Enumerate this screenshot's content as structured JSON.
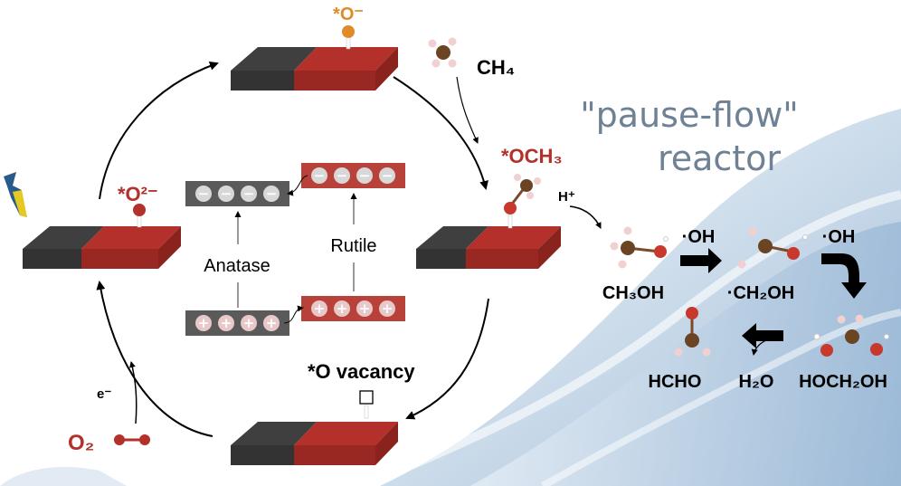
{
  "title_line1": "\"pause-flow\"",
  "title_line2": "reactor",
  "species": {
    "o_minus": "*O⁻",
    "o_2minus": "*O²⁻",
    "ch4": "CH₄",
    "och3": "*OCH₃",
    "h_plus": "H⁺",
    "o_vacancy": "*O vacancy",
    "e_minus": "e⁻",
    "o2": "O₂",
    "ch3oh": "CH₃OH",
    "oh_1": "·OH",
    "ch2oh": "·CH₂OH",
    "oh_2": "·OH",
    "hoch2oh": "HOCH₂OH",
    "h2o": "H₂O",
    "hcho": "HCHO"
  },
  "bands": {
    "anatase": "Anatase",
    "rutile": "Rutile",
    "electron_symbol": "−",
    "hole_symbol": "+"
  },
  "colors": {
    "anatase": "#3f3f3f",
    "rutile": "#b3302b",
    "band_gray": "#5a5a5a",
    "band_red": "#b8413a",
    "o_minus": "#e08a2a",
    "red_label": "#b3302b",
    "reactor_text": "#6f8194",
    "background_wave": "#a9c3dc"
  }
}
